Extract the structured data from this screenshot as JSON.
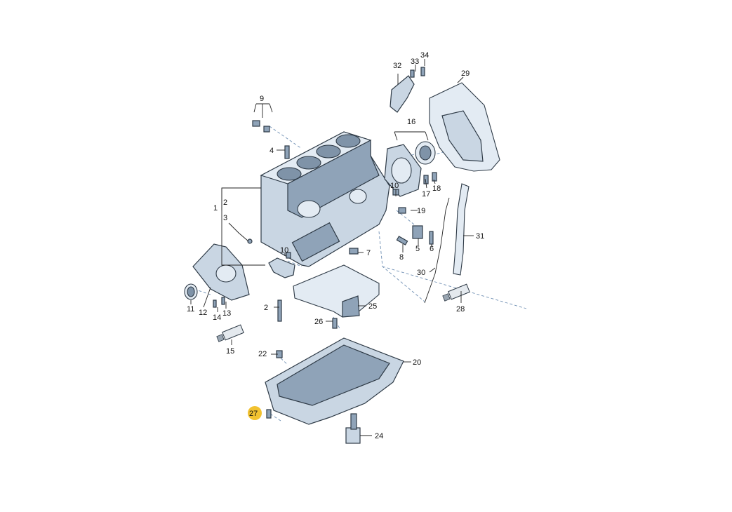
{
  "callouts": {
    "c1": "1",
    "c2": "2",
    "c3": "3",
    "c4": "4",
    "c5": "5",
    "c6": "6",
    "c7": "7",
    "c8": "8",
    "c9": "9",
    "c10a": "10",
    "c10b": "10",
    "c11": "11",
    "c12": "12",
    "c13": "13",
    "c14": "14",
    "c15": "15",
    "c16": "16",
    "c17": "17",
    "c18": "18",
    "c19": "19",
    "c20": "20",
    "c22": "22",
    "c23": "2",
    "c24": "24",
    "c25": "25",
    "c26": "26",
    "c27": "27",
    "c28": "28",
    "c29": "29",
    "c30": "30",
    "c31": "31",
    "c32": "32",
    "c33": "33",
    "c34": "34"
  },
  "highlight": {
    "part": "27",
    "color": "#f2c230"
  }
}
